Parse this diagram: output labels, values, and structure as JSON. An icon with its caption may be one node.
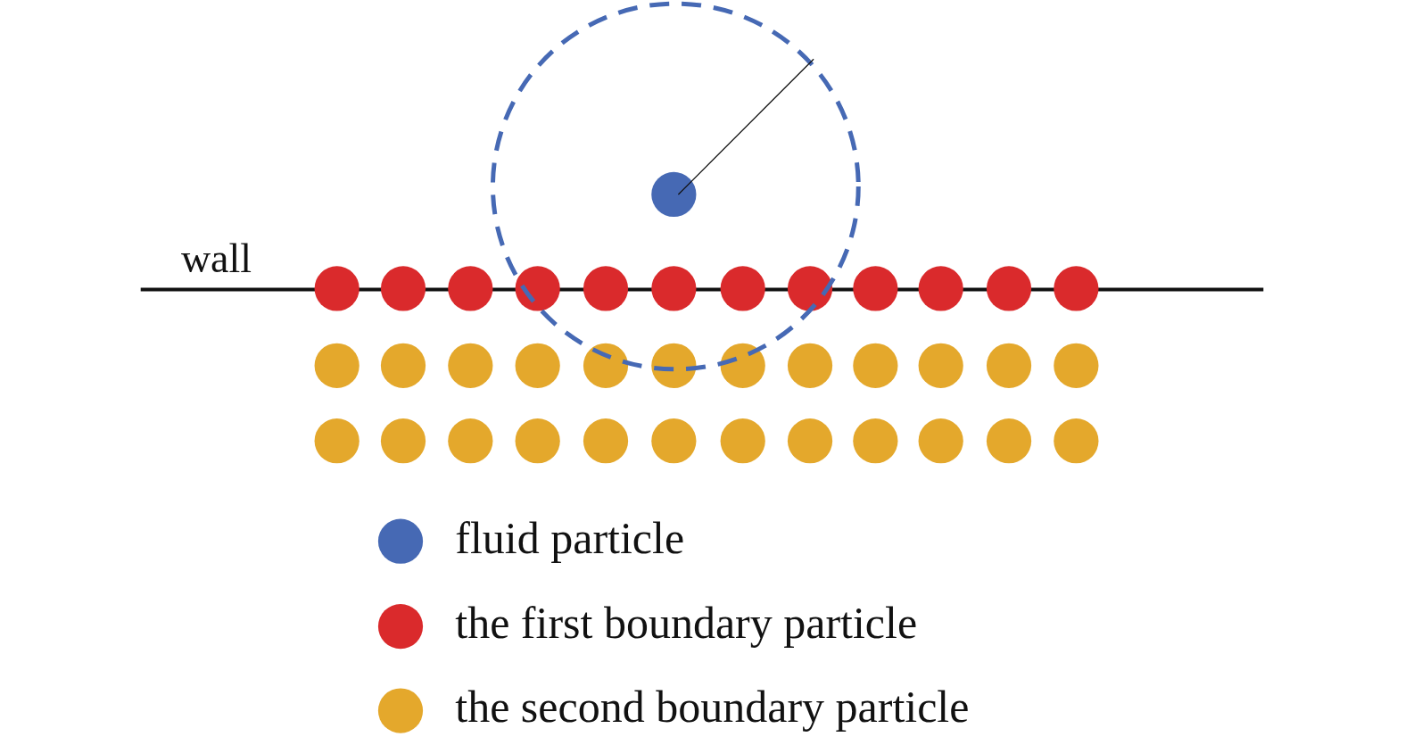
{
  "diagram": {
    "labels": [
      "wall"
    ],
    "legend": [
      {
        "text": "fluid particle",
        "color": "#4669b4"
      },
      {
        "text": "the first boundary particle",
        "color": "#da2a2c"
      },
      {
        "text": "the second boundary particle",
        "color": "#e4a82c"
      }
    ]
  }
}
